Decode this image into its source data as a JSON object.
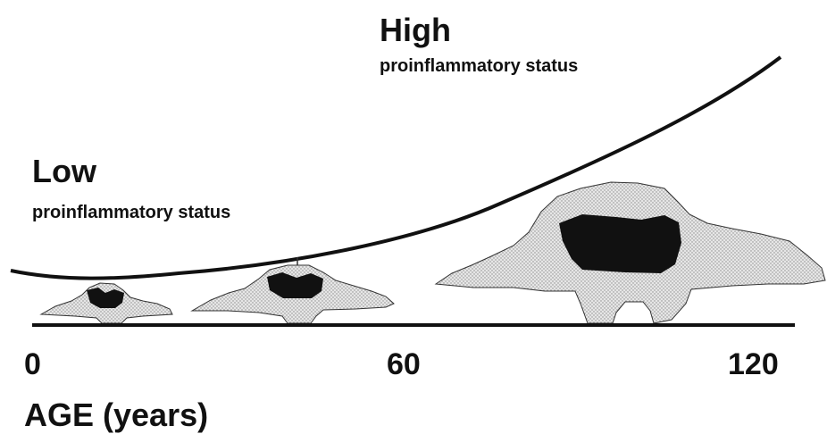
{
  "labels": {
    "high_title": "High",
    "high_subtitle": "proinflammatory status",
    "low_title": "Low",
    "low_subtitle": "proinflammatory status"
  },
  "axis": {
    "title": "AGE (years)",
    "ticks": [
      "0",
      "60",
      "120"
    ]
  },
  "colors": {
    "ink": "#111111",
    "stipple_fill": "#d9d9d9",
    "background": "#ffffff"
  }
}
